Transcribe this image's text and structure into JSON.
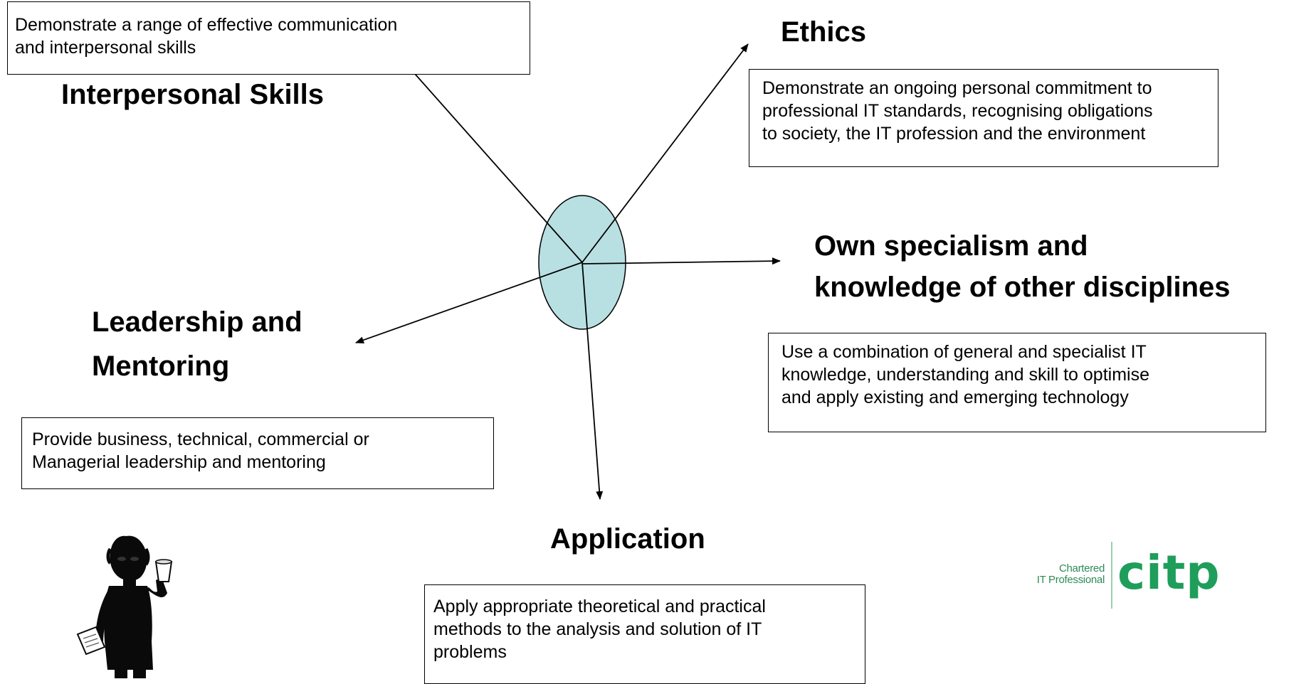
{
  "diagram": {
    "center_color": "#b8e0e2",
    "headings": {
      "interpersonal": "Interpersonal Skills",
      "ethics": "Ethics",
      "specialism": [
        "Own specialism and",
        "knowledge of other disciplines"
      ],
      "leadership": [
        "Leadership and",
        "Mentoring"
      ],
      "application": "Application"
    },
    "descriptions": {
      "interpersonal": [
        "Demonstrate a range of effective communication",
        "and interpersonal skills"
      ],
      "ethics": [
        "Demonstrate an ongoing personal commitment to",
        "professional IT standards, recognising obligations",
        "to society, the IT profession and the environment"
      ],
      "specialism": [
        "Use a combination of general and specialist IT",
        "knowledge, understanding and skill  to optimise",
        "and apply existing and emerging technology"
      ],
      "leadership": [
        "Provide business, technical, commercial or",
        "Managerial leadership and mentoring"
      ],
      "application": [
        "Apply appropriate theoretical and practical",
        "methods to the analysis and solution of IT",
        "problems"
      ]
    }
  },
  "logo": {
    "subtitle": [
      "Chartered",
      "IT Professional"
    ],
    "wordmark": "citp",
    "brand_color": "#1e9e5a"
  },
  "figure": {
    "icon": "person-holding-cup-and-paper"
  }
}
